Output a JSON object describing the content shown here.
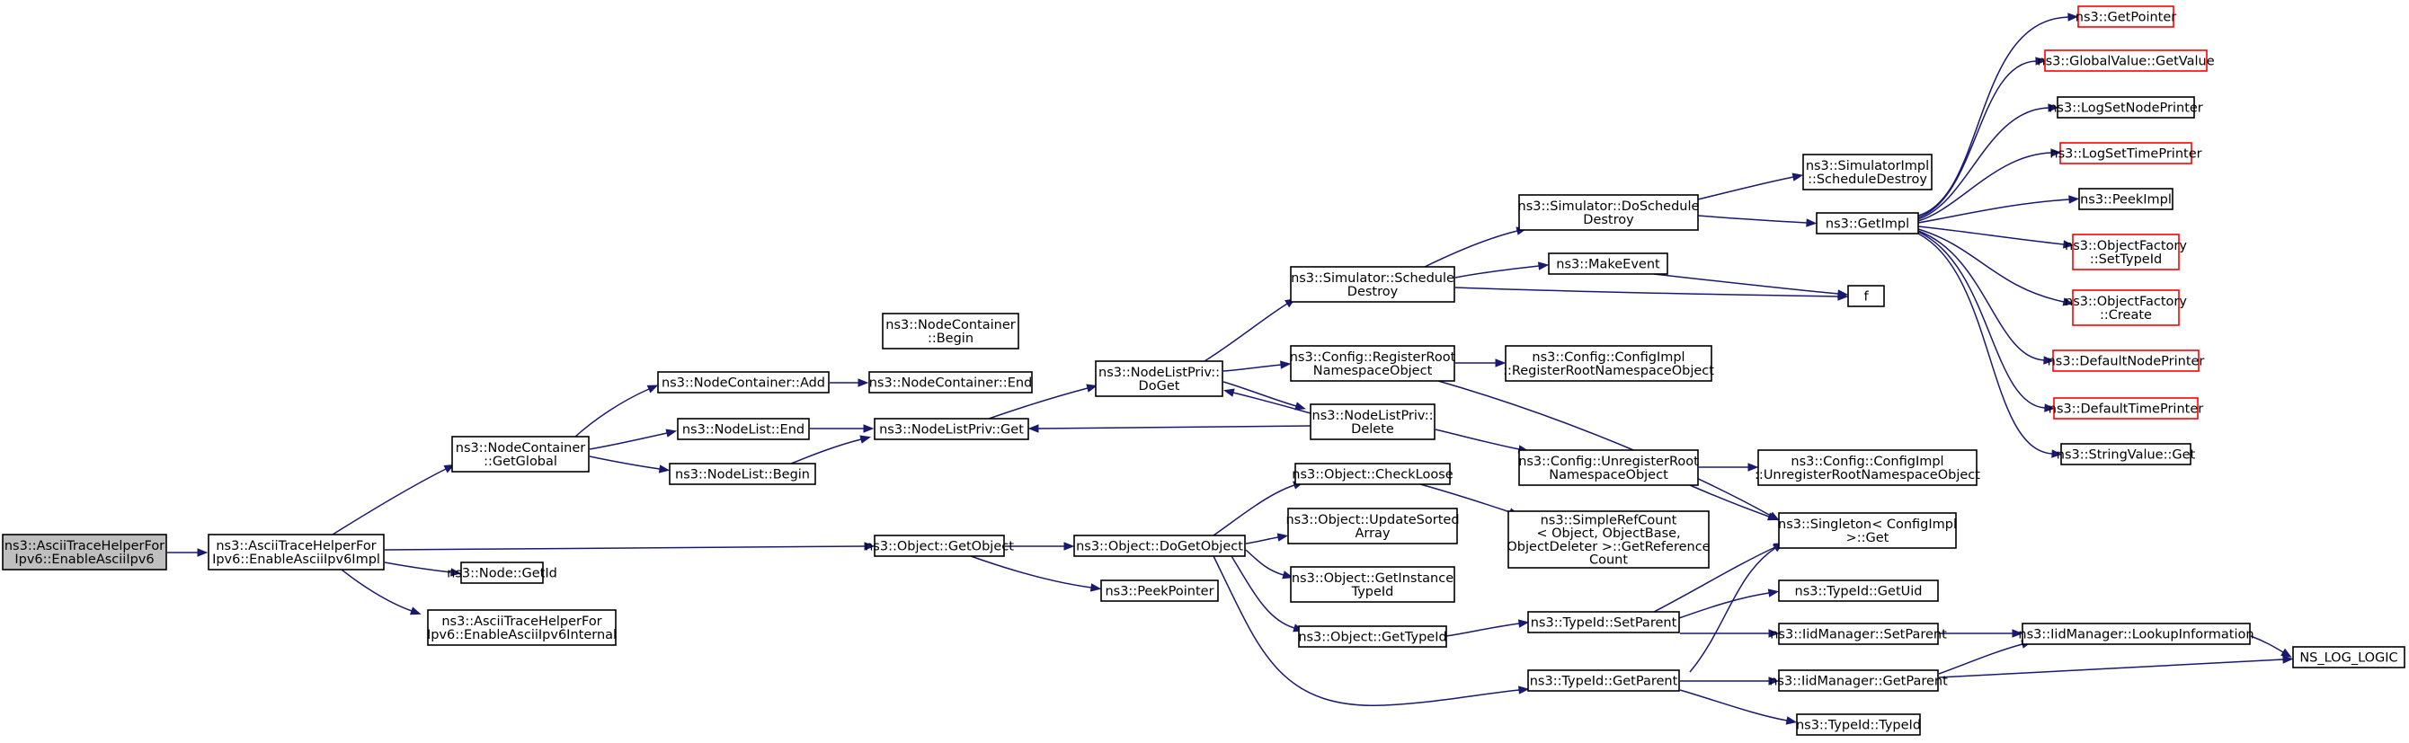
{
  "colors": {
    "edge": "#191970",
    "node_border": "#000000",
    "node_border_missing": "#ff0000",
    "node_fill": "#ffffff",
    "root_fill": "#bfbfbf"
  },
  "nodes": {
    "root": {
      "lines": [
        "ns3::AsciiTraceHelperFor",
        "Ipv6::EnableAsciiIpv6"
      ],
      "style": "root"
    },
    "impl": {
      "lines": [
        "ns3::AsciiTraceHelperFor",
        "Ipv6::EnableAsciiIpv6Impl"
      ]
    },
    "getGlobal": {
      "lines": [
        "ns3::NodeContainer",
        "::GetGlobal"
      ]
    },
    "getObject": {
      "lines": [
        "ns3::Object::GetObject"
      ]
    },
    "getId": {
      "lines": [
        "ns3::Node::GetId"
      ]
    },
    "internal": {
      "lines": [
        "ns3::AsciiTraceHelperFor",
        "Ipv6::EnableAsciiIpv6Internal"
      ]
    },
    "ncAdd": {
      "lines": [
        "ns3::NodeContainer::Add"
      ]
    },
    "nlEnd": {
      "lines": [
        "ns3::NodeList::End"
      ]
    },
    "nlBegin": {
      "lines": [
        "ns3::NodeList::Begin"
      ]
    },
    "ncBegin": {
      "lines": [
        "ns3::NodeContainer",
        "::Begin"
      ]
    },
    "ncEnd": {
      "lines": [
        "ns3::NodeContainer::End"
      ]
    },
    "nlpGet": {
      "lines": [
        "ns3::NodeListPriv::Get"
      ]
    },
    "nlpDoGet": {
      "lines": [
        "ns3::NodeListPriv::",
        "DoGet"
      ]
    },
    "simSched": {
      "lines": [
        "ns3::Simulator::Schedule",
        "Destroy"
      ]
    },
    "cfgReg": {
      "lines": [
        "ns3::Config::RegisterRoot",
        "NamespaceObject"
      ]
    },
    "nlpDelete": {
      "lines": [
        "ns3::NodeListPriv::",
        "Delete"
      ]
    },
    "simDoSched": {
      "lines": [
        "ns3::Simulator::DoSchedule",
        "Destroy"
      ]
    },
    "makeEvent": {
      "lines": [
        "ns3::MakeEvent"
      ]
    },
    "cfgImplReg": {
      "lines": [
        "ns3::Config::ConfigImpl",
        "::RegisterRootNamespaceObject"
      ]
    },
    "cfgUnreg": {
      "lines": [
        "ns3::Config::UnregisterRoot",
        "NamespaceObject"
      ]
    },
    "simImplSched": {
      "lines": [
        "ns3::SimulatorImpl",
        "::ScheduleDestroy"
      ]
    },
    "getImpl": {
      "lines": [
        "ns3::GetImpl"
      ]
    },
    "f": {
      "lines": [
        "f"
      ]
    },
    "cfgImplUnreg": {
      "lines": [
        "ns3::Config::ConfigImpl",
        "::UnregisterRootNamespaceObject"
      ]
    },
    "singletonGet": {
      "lines": [
        "ns3::Singleton< ConfigImpl",
        " >::Get"
      ]
    },
    "getPointer": {
      "lines": [
        "ns3::GetPointer"
      ],
      "style": "missing"
    },
    "gvGetValue": {
      "lines": [
        "ns3::GlobalValue::GetValue"
      ],
      "style": "missing"
    },
    "logSetNode": {
      "lines": [
        "ns3::LogSetNodePrinter"
      ]
    },
    "logSetTime": {
      "lines": [
        "ns3::LogSetTimePrinter"
      ],
      "style": "missing"
    },
    "peekImpl": {
      "lines": [
        "ns3::PeekImpl"
      ]
    },
    "ofSetTypeId": {
      "lines": [
        "ns3::ObjectFactory",
        "::SetTypeId"
      ],
      "style": "missing"
    },
    "ofCreate": {
      "lines": [
        "ns3::ObjectFactory",
        "::Create"
      ],
      "style": "missing"
    },
    "defNodePrinter": {
      "lines": [
        "ns3::DefaultNodePrinter"
      ],
      "style": "missing"
    },
    "defTimePrinter": {
      "lines": [
        "ns3::DefaultTimePrinter"
      ],
      "style": "missing"
    },
    "svGet": {
      "lines": [
        "ns3::StringValue::Get"
      ]
    },
    "doGetObject": {
      "lines": [
        "ns3::Object::DoGetObject"
      ]
    },
    "peekPointer": {
      "lines": [
        "ns3::PeekPointer"
      ]
    },
    "checkLoose": {
      "lines": [
        "ns3::Object::CheckLoose"
      ]
    },
    "updSorted": {
      "lines": [
        "ns3::Object::UpdateSorted",
        "Array"
      ]
    },
    "getInstTid": {
      "lines": [
        "ns3::Object::GetInstance",
        "TypeId"
      ]
    },
    "objGetTid": {
      "lines": [
        "ns3::Object::GetTypeId"
      ]
    },
    "refCount": {
      "lines": [
        "ns3::SimpleRefCount",
        "< Object, ObjectBase,",
        " ObjectDeleter >::GetReference",
        "Count"
      ]
    },
    "tidSetParent": {
      "lines": [
        "ns3::TypeId::SetParent"
      ]
    },
    "tidGetParent": {
      "lines": [
        "ns3::TypeId::GetParent"
      ]
    },
    "tidGetUid": {
      "lines": [
        "ns3::TypeId::GetUid"
      ]
    },
    "iidSetParent": {
      "lines": [
        "ns3::IidManager::SetParent"
      ]
    },
    "iidGetParent": {
      "lines": [
        "ns3::IidManager::GetParent"
      ]
    },
    "tidTypeId": {
      "lines": [
        "ns3::TypeId::TypeId"
      ]
    },
    "iidLookup": {
      "lines": [
        "ns3::IidManager::LookupInformation"
      ]
    },
    "nsLogLogic": {
      "lines": [
        "NS_LOG_LOGIC"
      ]
    }
  }
}
